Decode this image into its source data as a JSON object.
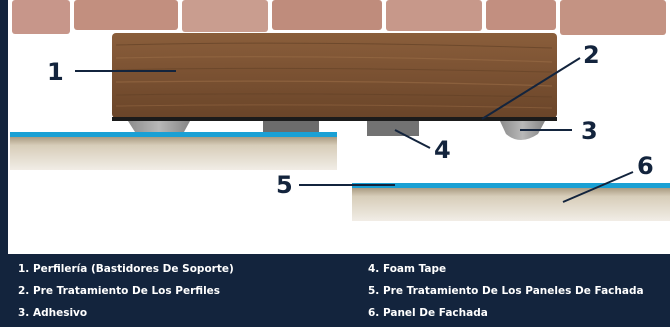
{
  "callouts": [
    "1",
    "2",
    "3",
    "4",
    "5",
    "6"
  ],
  "legend": [
    "1. Perfilería (Bastidores De Soporte)",
    "2. Pre Tratamiento De Los Perfiles",
    "3. Adhesivo",
    "4. Foam Tape",
    "5. Pre Tratamiento De Los Paneles De Fachada",
    "6. Panel De Fachada"
  ],
  "colors": {
    "frame": "#13243d",
    "brick": "#c28f7f",
    "wood": "#7b5233",
    "primer": "#1aa0d4",
    "panel": "#c9bda7",
    "adhesive": "#9a9a9a",
    "foam_tape": "#6e6e6e"
  }
}
